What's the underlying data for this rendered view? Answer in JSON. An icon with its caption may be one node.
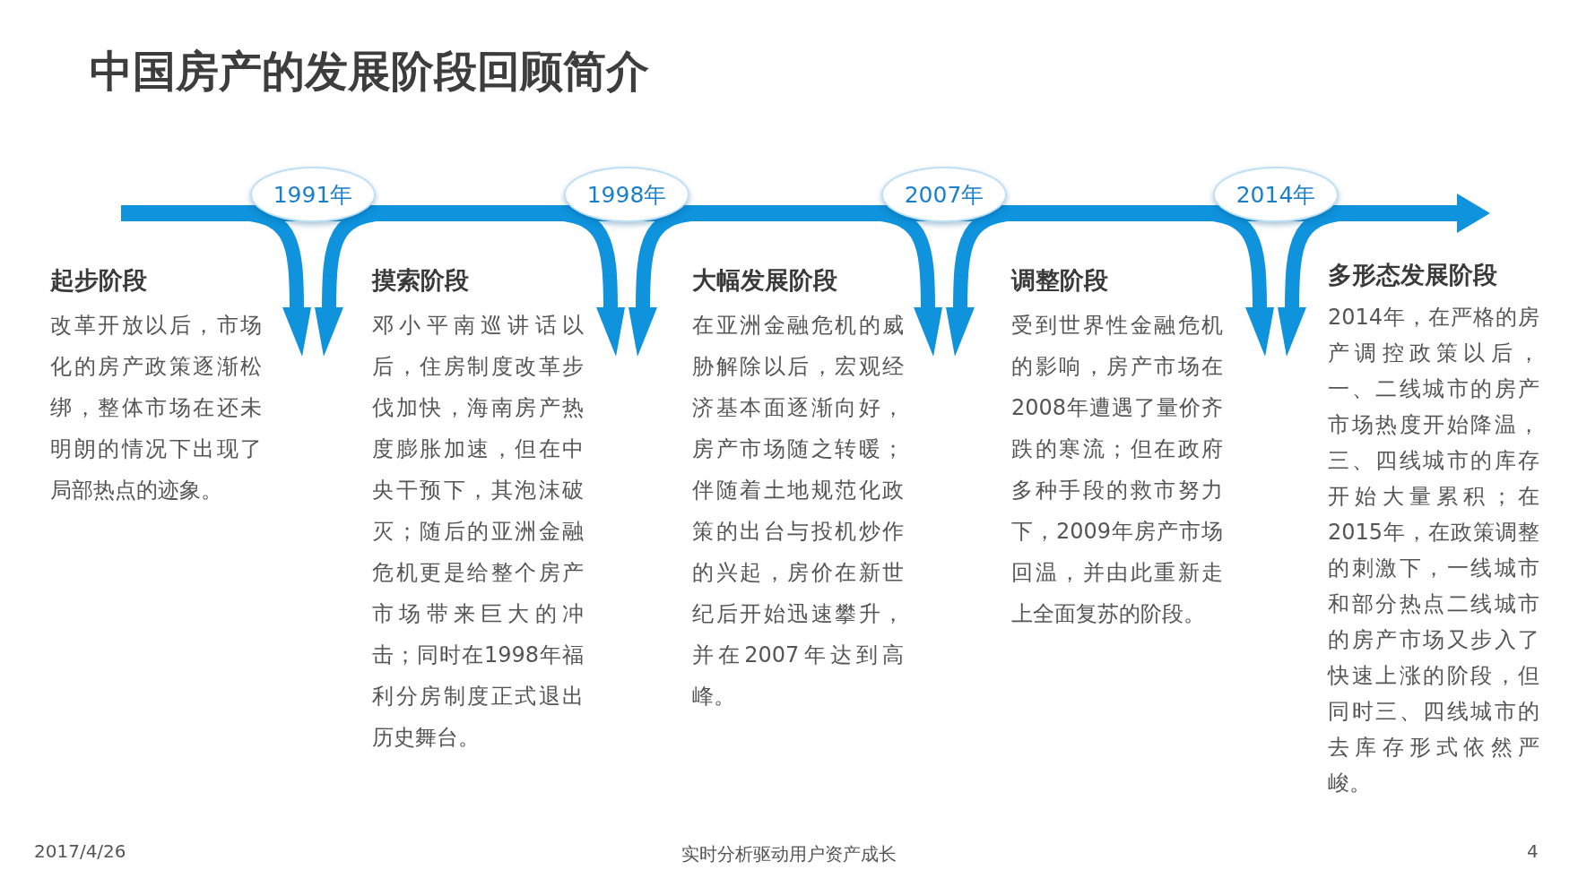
{
  "diagram": {
    "title": "中国房产的发展阶段回顾简介",
    "nodes": [
      {
        "text": [
          "1991年"
        ]
      },
      {
        "text": [
          "1998年"
        ]
      },
      {
        "text": [
          "2007年"
        ]
      },
      {
        "text": [
          "2014年"
        ]
      },
      {
        "text": [
          "起步阶段",
          "改革开放以后，市场化的房产政策逐渐松绑，整体市场在还未明朗的情况下出现了局部热点的迹象。"
        ]
      },
      {
        "text": [
          "摸索阶段",
          "邓小平南巡讲话以后，住房制度改革步伐加快，海南房产热度膨胀加速，但在中央干预下，其泡沫破灭；随后的亚洲金融危机更是给整个房产市场带来巨大的冲击；同时在1998年福利分房制度正式退出历史舞台。"
        ]
      },
      {
        "text": [
          "大幅发展阶段",
          "在亚洲金融危机的威胁解除以后，宏观经济基本面逐渐向好，房产市场随之转暖；伴随着土地规范化政策的出台与投机炒作的兴起，房价在新世纪后开始迅速攀升，并在2007年达到高峰。"
        ]
      },
      {
        "text": [
          "调整阶段",
          "受到世界性金融危机的影响，房产市场在2008年遭遇了量价齐跌的寒流；但在政府多种手段的救市努力下，2009年房产市场回温，并由此重新走上全面复苏的阶段。"
        ]
      },
      {
        "text": [
          "多形态发展阶段",
          "2014年，在严格的房产调控政策以后，一、二线城市的房产市场热度开始降温，三、四线城市的库存开始大量累积；在2015年，在政策调整的刺激下，一线城市和部分热点二线城市的房产市场又步入了快速上涨的阶段，但同时三、四线城市的去库存形式依然严峻。"
        ]
      }
    ],
    "labels": [
      "2017/4/26",
      "实时分析驱动用户资产成长",
      "4"
    ]
  }
}
